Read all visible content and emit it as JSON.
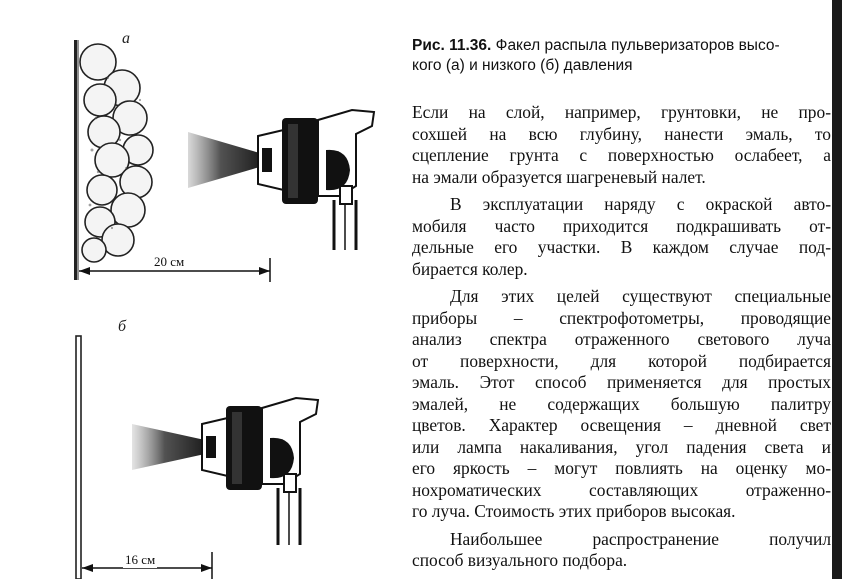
{
  "figure": {
    "label_a": "а",
    "label_b": "б",
    "dim_a": "20 см",
    "dim_b": "16 см"
  },
  "caption": {
    "number": "Рис. 11.36.",
    "line1_rest": "Факел распыла пульверизаторов высо-",
    "line2": "кого (а) и низкого (б) давления"
  },
  "paragraphs": [
    {
      "indent": false,
      "lines": [
        "Если на слой, например, грунтовки, не про-",
        "сохшей на всю глубину, нанести эмаль, то",
        "сцепление грунта с поверхностью ослабеет, а",
        "на эмали образуется шагреневый налет."
      ]
    },
    {
      "indent": true,
      "lines": [
        "В эксплуатации наряду с окраской авто-",
        "мобиля часто приходится подкрашивать от-",
        "дельные его участки. В каждом случае под-",
        "бирается колер."
      ]
    },
    {
      "indent": true,
      "lines": [
        "Для этих целей существуют специальные",
        "приборы – спектрофотометры, проводящие",
        "анализ спектра отраженного светового луча",
        "от поверхности, для которой подбирается",
        "эмаль. Этот способ применяется для простых",
        "эмалей, не содержащих большую палитру",
        "цветов. Характер освещения – дневной свет",
        "или лампа накаливания, угол падения света и",
        "его яркость – могут повлиять на оценку мо-",
        "нохроматических составляющих отраженно-",
        "го луча. Стоимость этих приборов высокая."
      ]
    },
    {
      "indent": true,
      "lines": [
        "Наибольшее распространение получил",
        "способ визуального подбора."
      ]
    }
  ]
}
